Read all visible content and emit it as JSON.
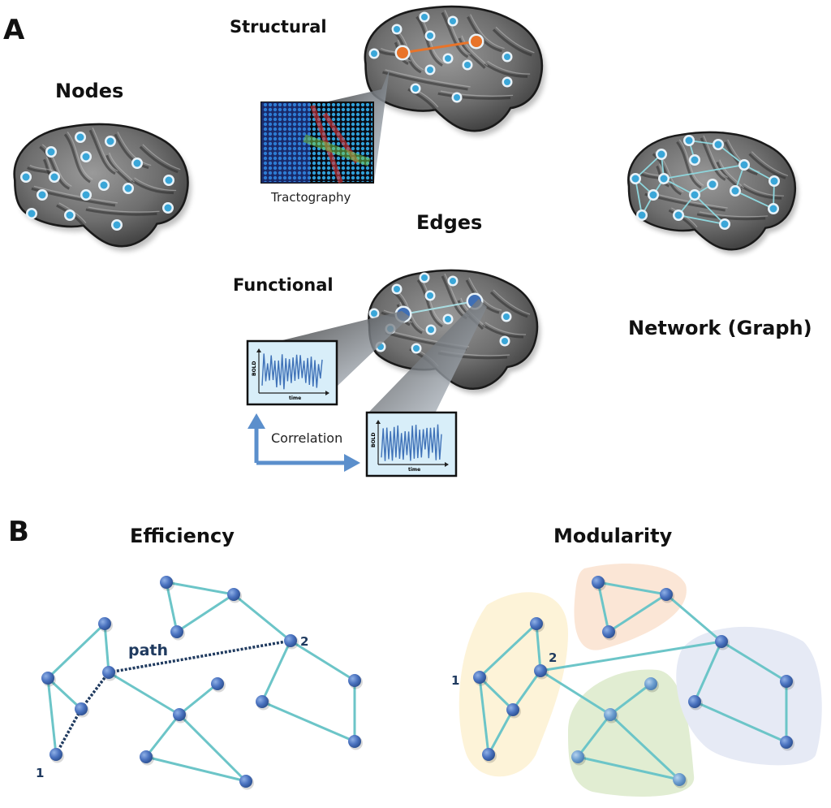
{
  "panel_a": {
    "letter": "A",
    "nodes_title": "Nodes",
    "edges_title": "Edges",
    "structural_label": "Structural",
    "functional_label": "Functional",
    "tractography_caption": "Tractography",
    "correlation_caption": "Correlation",
    "bold_axis_label": "BOLD",
    "time_axis_label": "time",
    "network_title": "Network (Graph)"
  },
  "panel_b": {
    "letter": "B",
    "efficiency_title": "Efficiency",
    "modularity_title": "Modularity",
    "path_label": "path",
    "node_label_1": "1",
    "node_label_2": "2"
  },
  "colors": {
    "node_cyan": "#3aa6d8",
    "node_orange": "#e8742a",
    "node_blue": "#3f6fb5",
    "edge_teal": "#6cc5c8",
    "path_dark": "#1f3a5f",
    "module_yellow": "#fdf3d8",
    "module_orange": "#fbe6d6",
    "module_green": "#e1edd2",
    "module_blue": "#e6eaf5"
  }
}
